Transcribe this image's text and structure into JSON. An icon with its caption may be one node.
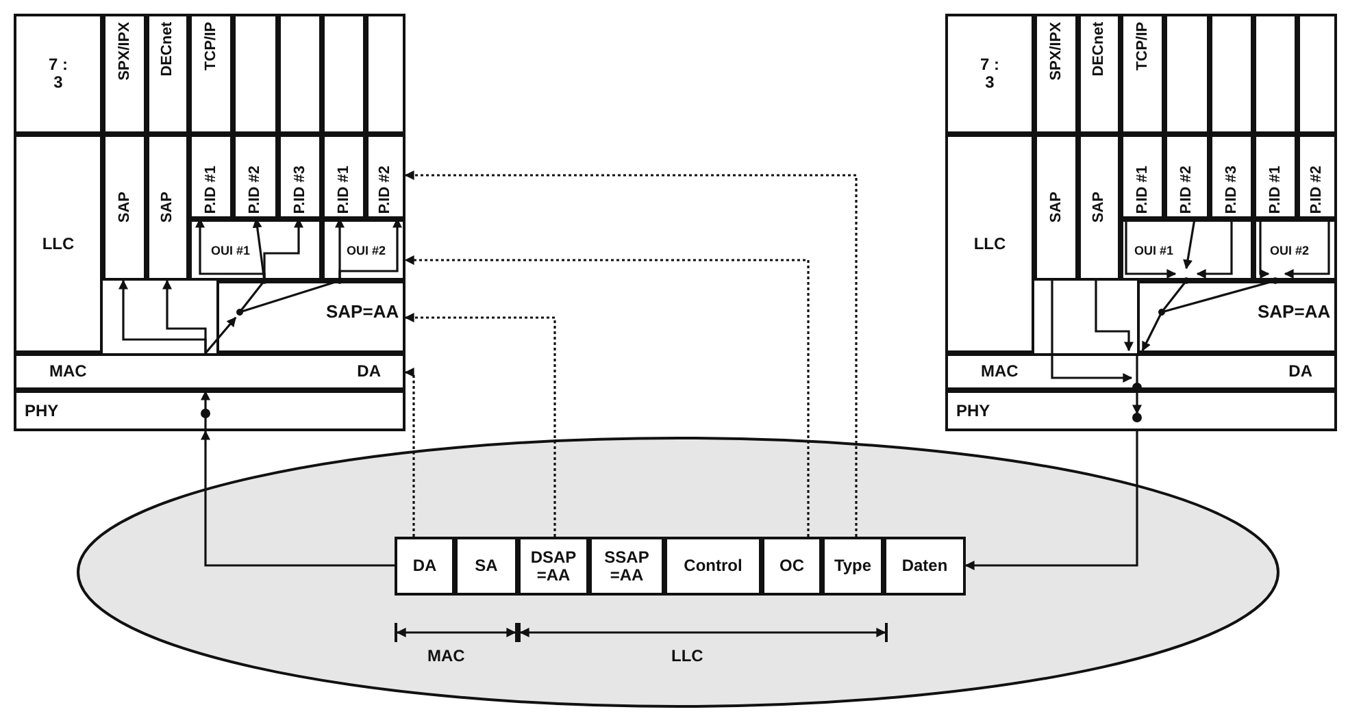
{
  "diagram": {
    "nodes": [
      {
        "text": [
          "7 : 3"
        ]
      },
      {
        "text": [
          "SPX/IPX"
        ]
      },
      {
        "text": [
          "DECnet"
        ]
      },
      {
        "text": [
          "TCP/IP"
        ]
      },
      {
        "text": [],
        "shape": "box"
      },
      {
        "text": [],
        "shape": "box"
      },
      {
        "text": [],
        "shape": "box"
      },
      {
        "text": [],
        "shape": "box"
      },
      {
        "text": [
          "LLC"
        ]
      },
      {
        "text": [
          "SAP"
        ]
      },
      {
        "text": [
          "SAP"
        ]
      },
      {
        "text": [
          "P.ID #1"
        ]
      },
      {
        "text": [
          "P.ID #2"
        ]
      },
      {
        "text": [
          "P.ID #3"
        ]
      },
      {
        "text": [
          "P.ID #1"
        ]
      },
      {
        "text": [
          "P.ID #2"
        ]
      },
      {
        "text": [
          "OUI #1"
        ]
      },
      {
        "text": [
          "OUI #2"
        ]
      },
      {
        "text": [
          "SAP=AA"
        ]
      },
      {
        "text": [
          "MAC",
          "DA"
        ]
      },
      {
        "text": [
          "PHY"
        ]
      },
      {
        "text": [
          "7 : 3"
        ]
      },
      {
        "text": [
          "SPX/IPX"
        ]
      },
      {
        "text": [
          "DECnet"
        ]
      },
      {
        "text": [
          "TCP/IP"
        ]
      },
      {
        "text": [],
        "shape": "box"
      },
      {
        "text": [],
        "shape": "box"
      },
      {
        "text": [],
        "shape": "box"
      },
      {
        "text": [],
        "shape": "box"
      },
      {
        "text": [
          "LLC"
        ]
      },
      {
        "text": [
          "SAP"
        ]
      },
      {
        "text": [
          "SAP"
        ]
      },
      {
        "text": [
          "P.ID #1"
        ]
      },
      {
        "text": [
          "P.ID #2"
        ]
      },
      {
        "text": [
          "P.ID #3"
        ]
      },
      {
        "text": [
          "P.ID #1"
        ]
      },
      {
        "text": [
          "P.ID #2"
        ]
      },
      {
        "text": [
          "OUI #1"
        ]
      },
      {
        "text": [
          "OUI #2"
        ]
      },
      {
        "text": [
          "SAP=AA"
        ]
      },
      {
        "text": [
          "MAC",
          "DA"
        ]
      },
      {
        "text": [
          "PHY"
        ]
      },
      {
        "text": [],
        "shape": "ellipse"
      },
      {
        "text": [
          "DA"
        ],
        "in": 42
      },
      {
        "text": [
          "SA"
        ],
        "in": 42
      },
      {
        "text": [
          "DSAP =AA"
        ],
        "in": 42
      },
      {
        "text": [
          "SSAP =AA"
        ],
        "in": 42
      },
      {
        "text": [
          "Control"
        ],
        "in": 42
      },
      {
        "text": [
          "OC"
        ],
        "in": 42
      },
      {
        "text": [
          "Type"
        ],
        "in": 42
      },
      {
        "text": [
          "Daten"
        ],
        "in": 42
      }
    ],
    "edges": [
      {
        "from": 43,
        "to": 20,
        "arrow": "to"
      },
      {
        "from": 20,
        "to": 19,
        "arrow": "to"
      },
      {
        "from": 19,
        "to": 9,
        "arrow": "to"
      },
      {
        "from": 19,
        "to": 10,
        "arrow": "to"
      },
      {
        "from": 19,
        "to": 18,
        "arrow": "to"
      },
      {
        "from": 18,
        "to": 16,
        "arrow": "other"
      },
      {
        "from": 18,
        "to": 17,
        "arrow": "other"
      },
      {
        "from": 16,
        "to": 11,
        "arrow": "to"
      },
      {
        "from": 16,
        "to": 12,
        "arrow": "to"
      },
      {
        "from": 16,
        "to": 13,
        "arrow": "to"
      },
      {
        "from": 17,
        "to": 14,
        "arrow": "to"
      },
      {
        "from": 17,
        "to": 15,
        "arrow": "to"
      },
      {
        "from": 43,
        "to": 19,
        "arrow": "to",
        "style": "dashed"
      },
      {
        "from": 45,
        "to": 18,
        "arrow": "to",
        "style": "dashed"
      },
      {
        "from": 48,
        "to": 17,
        "arrow": "to",
        "style": "dashed"
      },
      {
        "from": 49,
        "to": 15,
        "arrow": "to",
        "style": "dashed"
      },
      {
        "from": 32,
        "to": 37,
        "arrow": "to"
      },
      {
        "from": 33,
        "to": 37,
        "arrow": "to"
      },
      {
        "from": 34,
        "to": 37,
        "arrow": "to"
      },
      {
        "from": 35,
        "to": 38,
        "arrow": "to"
      },
      {
        "from": 36,
        "to": 38,
        "arrow": "to"
      },
      {
        "from": 37,
        "to": 39,
        "arrow": "other"
      },
      {
        "from": 38,
        "to": 39,
        "arrow": "other"
      },
      {
        "from": 39,
        "to": 40,
        "arrow": "to"
      },
      {
        "from": 30,
        "to": 40,
        "arrow": "to"
      },
      {
        "from": 31,
        "to": 40,
        "arrow": "to"
      },
      {
        "from": 40,
        "to": 41,
        "arrow": "to"
      },
      {
        "from": 41,
        "to": 50,
        "arrow": "to"
      }
    ],
    "labels": [
      "MAC",
      "LLC"
    ]
  }
}
